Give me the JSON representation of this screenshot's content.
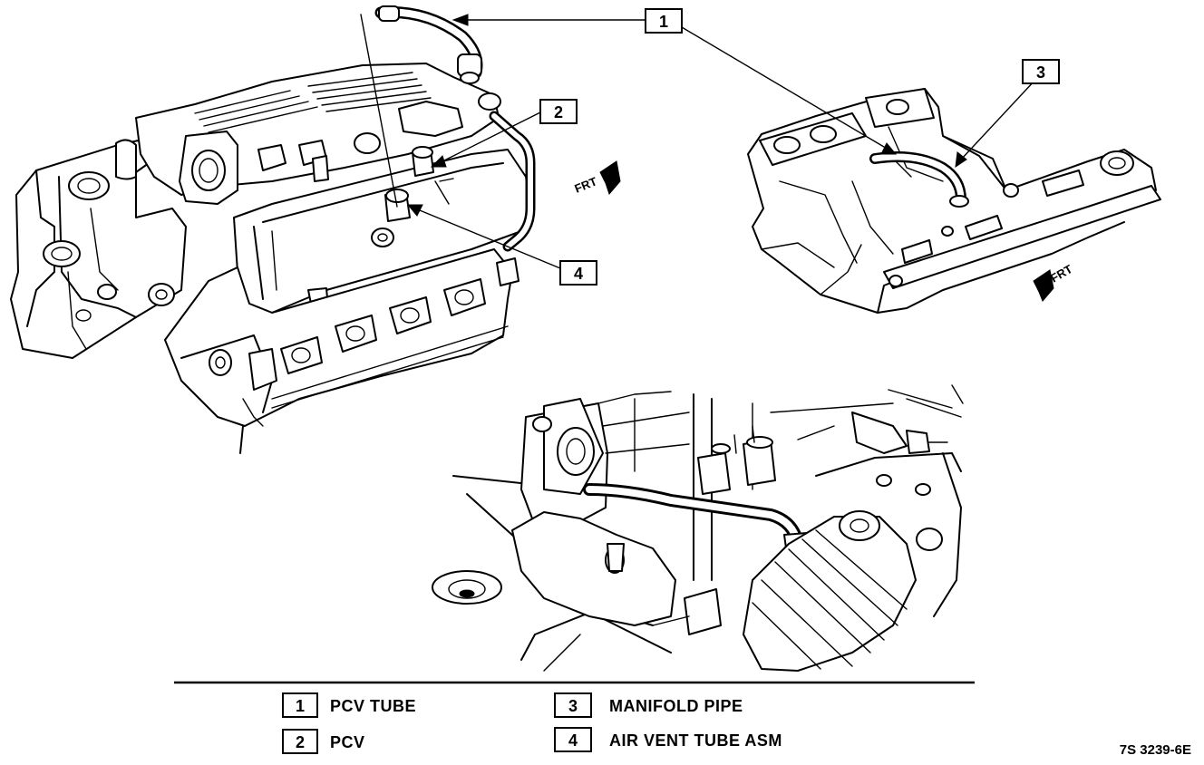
{
  "callouts": [
    {
      "number": "1"
    },
    {
      "number": "2"
    },
    {
      "number": "3"
    },
    {
      "number": "4"
    }
  ],
  "direction_labels": {
    "frt_left": "FRT",
    "frt_right": "FRT"
  },
  "legend": [
    {
      "number": "1",
      "label": "PCV TUBE"
    },
    {
      "number": "2",
      "label": "PCV"
    },
    {
      "number": "3",
      "label": "MANIFOLD PIPE"
    },
    {
      "number": "4",
      "label": "AIR VENT TUBE ASM"
    }
  ],
  "figure_code": "7S 3239-6E"
}
